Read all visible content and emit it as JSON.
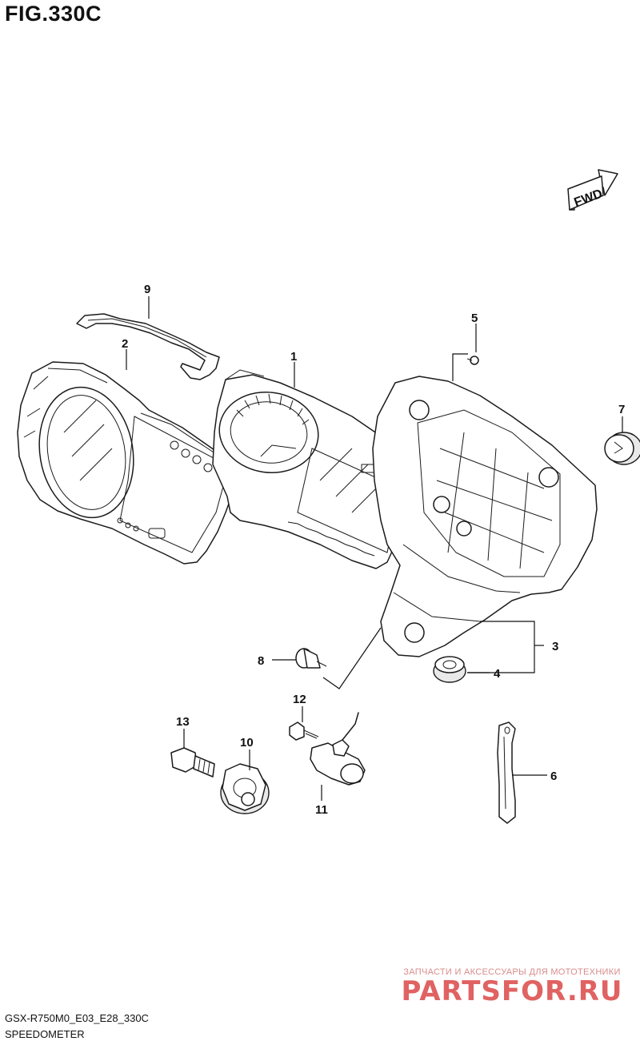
{
  "figure": {
    "title": "FIG.330C",
    "code": "GSX-R750M0_E03_E28_330C",
    "name": "SPEEDOMETER"
  },
  "direction_badge": "FWD",
  "callouts": [
    "1",
    "2",
    "3",
    "4",
    "5",
    "6",
    "7",
    "8",
    "9",
    "10",
    "11",
    "12",
    "13"
  ],
  "watermark": {
    "subtitle": "ЗАПЧАСТИ И АКСЕССУАРЫ ДЛЯ МОТОТЕХНИКИ",
    "brand": "PARTSFOR.RU"
  }
}
